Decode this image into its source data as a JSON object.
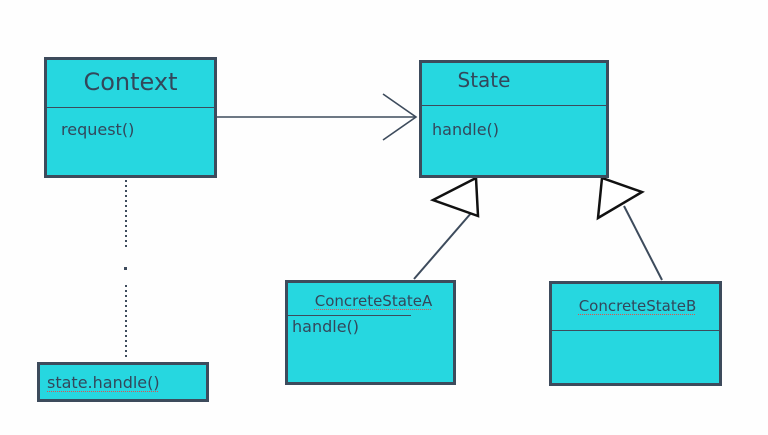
{
  "classes": {
    "context": {
      "name": "Context",
      "method": "request()"
    },
    "state": {
      "name": "State",
      "method": "handle()"
    },
    "concrete_a": {
      "name": "ConcreteStateA",
      "method": "handle()"
    },
    "concrete_b": {
      "name": "ConcreteStateB",
      "method": ""
    }
  },
  "note": {
    "text": "state.handle()"
  },
  "colors": {
    "fill": "#26d7e0",
    "stroke": "#3d4b5c",
    "text": "#33475b"
  }
}
